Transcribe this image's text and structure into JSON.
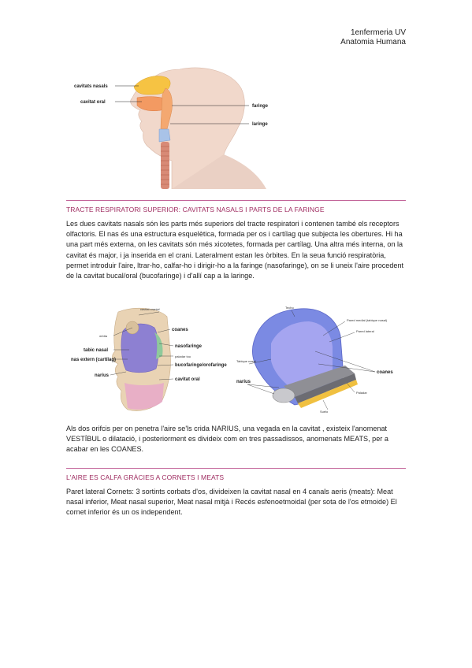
{
  "header": {
    "line1": "1enfermeria UV",
    "line2": "Anatomia Humana"
  },
  "figure1": {
    "labels": {
      "nasal": "cavitats nasals",
      "oral": "cavitat oral",
      "pharynx": "faringe",
      "larynx": "laringe"
    }
  },
  "section1": {
    "heading": "TRACTE RESPIRATORI SUPERIOR: CAVITATS NASALS I PARTS DE LA FARINGE",
    "paragraph": "Les dues cavitats nasals són les parts més superiors del tracte respiratori i contenen també els receptors olfactoris. El nas és una estructura esquelètica, formada per os i cartílag que subjecta les obertures. Hi ha una part més externa, on les cavitats són més xicotetes, formada per cartílag. Una altra més interna, on la cavitat és major, i ja inserida en el crani. Lateralment estan les òrbites. En la seua funció respiratòria, permet introduir l'aire, ltrar-ho, calfar-ho i dirigir-ho a la faringe (nasofaringe), on se li uneix l'aire procedent de la cavitat bucal/oral (bucofaringe) i d'allí cap a la laringe."
  },
  "figure2": {
    "labels": {
      "cavitat_cranial": "cavitat cranial",
      "coanes": "coanes",
      "orbita": "òrbita",
      "nasofaringe": "nasofaringe",
      "tabic_nasal": "tabic nasal",
      "paladar_tou": "paladar tou",
      "nas_extern": "nas extern (cartílag)",
      "bucofaringe": "bucofaringe/orofaringe",
      "narius": "narius",
      "cavitat_oral": "cavitat oral"
    }
  },
  "figure3": {
    "labels": {
      "techo": "Techo",
      "pared_medial": "Pared medial (tabique nasal)",
      "pared_lateral": "Pared lateral",
      "tabique_nasal": "Tabique nasal",
      "coanas": "coanes",
      "narius": "narius",
      "paladar": "Paladar",
      "suelo": "Suelo"
    }
  },
  "paragraph2": "Als dos orifcis per on penetra l'aire se'ls crida NARIUS, una vegada en la cavitat , existeix l'anomenat VESTÍBUL o dilatació, i posteriorment es divideix com en tres passadissos, anomenats MEATS, per a acabar en les COANES.",
  "section2": {
    "heading": "L'AIRE ES CALFA GRÀCIES A CORNETS I MEATS",
    "paragraph": "Paret lateral Cornets: 3 sortints corbats d'os, divideixen la cavitat nasal en 4 canals aeris (meats): Meat nasal inferior, Meat nasal superior, Meat nasal mitjà i Recés esfenoetmoidal (per sota de l'os etmoide) El cornet inferior és un os independent."
  }
}
